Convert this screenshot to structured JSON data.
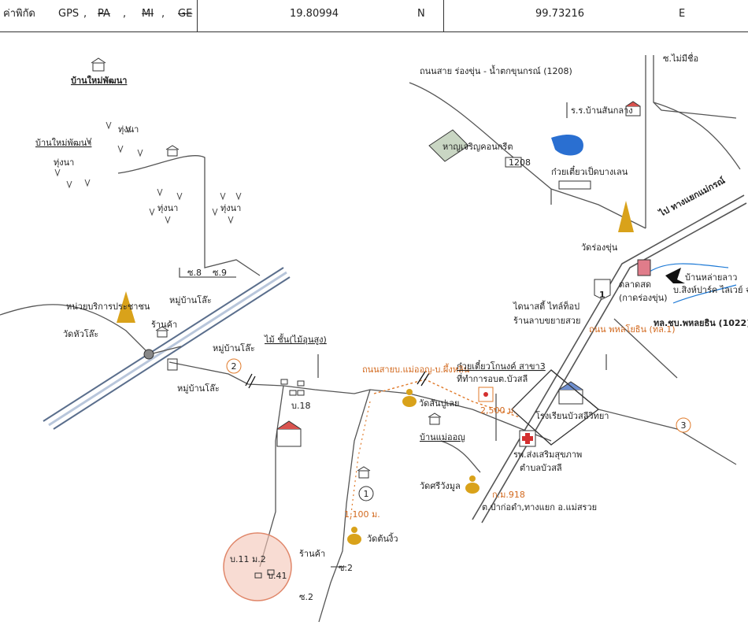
{
  "header": {
    "label": "ค่าพิกัด",
    "gps": "GPS",
    "pa": "PA",
    "mi": "MI",
    "ge": "GE",
    "sep": ",",
    "lat": "19.80994",
    "lat_dir": "N",
    "lon": "99.73216",
    "lon_dir": "E"
  },
  "labels": {
    "ban_mai_phatthana_title": "บ้านใหม่พัฒนา",
    "ban_mai_phatthana": "บ้านใหม่พัฒนา",
    "thung_na_1": "ทุ่งนา",
    "thung_na_2": "ทุ่งนา",
    "thung_na_3": "ทุ่งนา",
    "thung_na_4": "ทุ่งนา",
    "soi_8": "ซ.8",
    "soi_9": "ซ.9",
    "moo_ban_lo_1": "หมู่บ้านโล๊ะ",
    "moo_ban_lo_2": "หมู่บ้านโล๊ะ",
    "moo_ban_lo_3": "หมู่บ้านโล๊ะ",
    "service_unit": "หน่วยบริการประชาชน",
    "shop_1": "ร้านค้า",
    "wat_hua_lo": "วัดหัวโล๊ะ",
    "mai_chan": "ไม้ ชั้น(ไม้อุนสูง)",
    "b18": "บ.18",
    "road_mae_on": "ถนนสายบ.แม่ออญ-บ.ผึ้งหลิน",
    "noodle_1": "ก๋วยเตี๋ยวโกนงค์ สาขา3",
    "office_obt": "ที่ทำการอบต.บัวสลี",
    "dist_2500": "2,500 ม.",
    "wat_san_pu_loei": "วัดสันปูเลย",
    "ban_mae_on": "บ้านแม่ออญ",
    "school": "โรงเรียนบัวสลีวิทยา",
    "hospital_1": "รพ.ส่งเสริมสุขภาพ",
    "hospital_2": "ตำบลบัวสลี",
    "wat_si_wiang": "วัดศรีวังมูล",
    "km918": "ก.ม.918",
    "direction_1": "ต.ป่าก่อดำ,ทางแยก อ.แม่สรวย",
    "dist_1100": "1,100 ม.",
    "wat_ton_ngiw": "วัดต้นงิ้ว",
    "shop_2": "ร้านค้า",
    "b11": "บ.11 ม.2",
    "b41": "บ.41",
    "soi_2a": "ซ.2",
    "soi_2b": "ซ.2",
    "road_1208": "ถนนสาย ร่องขุ่น - น้ำตกขุนกรณ์ (1208)",
    "soi_no_name": "ซ.ไม่มีชื่อ",
    "school_san_klang": "ร.ร.บ้านสันกลาง",
    "concrete": "หาญเจริญคอนกรีต",
    "hwy_1208": "1208",
    "noodle_2": "ก๋วยเตี๋ยวเป็ดบางเลน",
    "to_junction": "ไป ทางแยกแม่กรณ์",
    "wat_rong_khun": "วัดร่องขุ่น",
    "hwy_1": "1",
    "market_1": "ตลาดสด",
    "market_2": "(กาดร่องขุ่น)",
    "company_1": "บ้านหล่ายลาว",
    "company_2": "บ.สิงห์ปาร์ค ไลเวย์ จำกัด",
    "hwy_1022": "ทล.ชบ.พหลยธิน (1022)",
    "nicknames_1": "ไดนาสตี้ ไทล์ท็อป",
    "nicknames_2": "ร้านลาบขยายสวย",
    "road_phahon": "ถนน พหลโยธิน (ทล.1)",
    "circle_1": "1",
    "circle_2": "2",
    "circle_3": "3"
  },
  "colors": {
    "road": "#555555",
    "highway": "#5a6e8c",
    "route_orange": "#e07a2a",
    "accent_red": "#d32f2f",
    "circle_fill": "#f4b8a8",
    "pond": "#2a6fd1",
    "river": "#1e7ad6",
    "temple_gold": "#d9a21a"
  }
}
